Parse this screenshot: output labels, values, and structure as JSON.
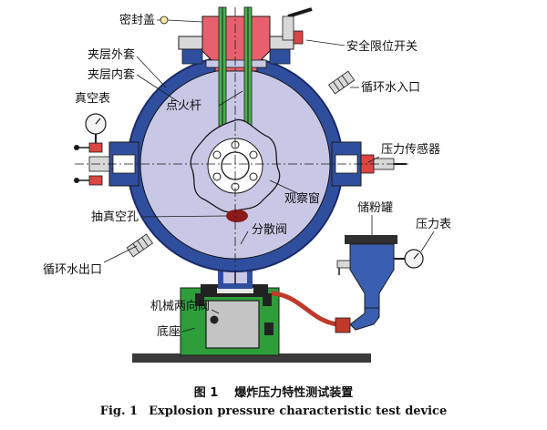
{
  "labels": {
    "seal_cover": "密封盖",
    "safety_switch": "安全限位开关",
    "outer_jacket": "夹层外套",
    "inner_jacket": "夹层内套",
    "igniter_rod": "点火杆",
    "water_inlet": "循环水入口",
    "vacuum_gauge": "真空表",
    "pressure_sensor": "压力传感器",
    "observation_window": "观察窗",
    "powder_tank": "储粉罐",
    "vacuum_hole": "抽真空孔",
    "disperser_valve": "分散阀",
    "pressure_gauge": "压力表",
    "water_outlet": "循环水出口",
    "two_way_valve": "机械两向阀",
    "base": "底座"
  },
  "caption": {
    "cn_number": "图 1",
    "cn_title": "爆炸压力特性测试装置",
    "en_number": "Fig. 1",
    "en_title": "Explosion pressure characteristic test device"
  },
  "colors": {
    "outer_shell": "#2f4f9e",
    "inner_chamber": "#c8c8e6",
    "seal_cover": "#e8606e",
    "igniter_rod": "#4caf50",
    "base": "#2e9e3a",
    "valve_body": "#c4c4c4",
    "powder_tank": "#3a5fb0",
    "hose": "#c0392b",
    "window": "#ffffff"
  }
}
